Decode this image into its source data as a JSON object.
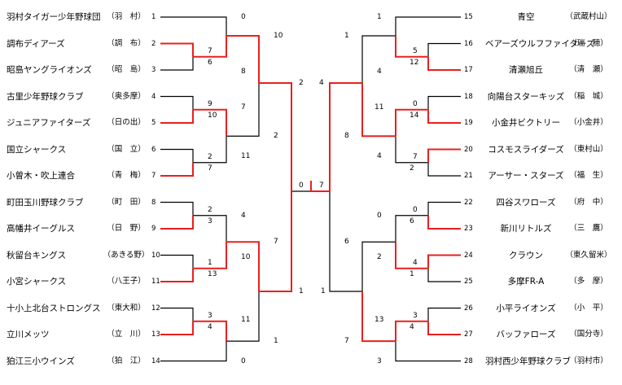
{
  "teams_left": [
    {
      "seed": "1",
      "name": "羽村タイガー少年野球団",
      "area": "（羽　村）"
    },
    {
      "seed": "2",
      "name": "調布ディアーズ",
      "area": "（調　布）"
    },
    {
      "seed": "3",
      "name": "昭島ヤングライオンズ",
      "area": "（昭　島）"
    },
    {
      "seed": "4",
      "name": "古里少年野球クラブ",
      "area": "（奥多摩）"
    },
    {
      "seed": "5",
      "name": "ジュニアファイターズ",
      "area": "（日の出）"
    },
    {
      "seed": "6",
      "name": "国立シャークス",
      "area": "（国　立）"
    },
    {
      "seed": "7",
      "name": "小曽木・吹上連合",
      "area": "（青　梅）"
    },
    {
      "seed": "8",
      "name": "町田玉川野球クラブ",
      "area": "（町　田）"
    },
    {
      "seed": "9",
      "name": "高幡井イーグルス",
      "area": "（日　野）"
    },
    {
      "seed": "10",
      "name": "秋留台キングス",
      "area": "（あきる野）"
    },
    {
      "seed": "11",
      "name": "小宮シャークス",
      "area": "（八王子）"
    },
    {
      "seed": "12",
      "name": "十小上北台ストロングス",
      "area": "（東大和）"
    },
    {
      "seed": "13",
      "name": "立川メッツ",
      "area": "（立　川）"
    },
    {
      "seed": "14",
      "name": "狛江三小ウインズ",
      "area": "（狛　江）"
    }
  ],
  "teams_right": [
    {
      "seed": "15",
      "name": "青空",
      "area": "（武蔵村山）"
    },
    {
      "seed": "16",
      "name": "ベアーズウルフファイターズ",
      "area": "（瑞　穂）"
    },
    {
      "seed": "17",
      "name": "清瀬旭丘",
      "area": "（清　瀬）"
    },
    {
      "seed": "18",
      "name": "向陽台スターキッズ",
      "area": "（稲　城）"
    },
    {
      "seed": "19",
      "name": "小金井ビクトリー",
      "area": "（小金井）"
    },
    {
      "seed": "20",
      "name": "コスモスライダーズ",
      "area": "（東村山）"
    },
    {
      "seed": "21",
      "name": "アーサー・スターズ",
      "area": "（福　生）"
    },
    {
      "seed": "22",
      "name": "四谷スワローズ",
      "area": "（府　中）"
    },
    {
      "seed": "23",
      "name": "新川リトルズ",
      "area": "（三　鷹）"
    },
    {
      "seed": "24",
      "name": "クラウン",
      "area": "（東久留米）"
    },
    {
      "seed": "25",
      "name": "多摩FR-A",
      "area": "（多　摩）"
    },
    {
      "seed": "26",
      "name": "小平ライオンズ",
      "area": "（小　平）"
    },
    {
      "seed": "27",
      "name": "バッファローズ",
      "area": "（国分寺）"
    },
    {
      "seed": "28",
      "name": "羽村西少年野球クラブ",
      "area": "（羽村市）"
    }
  ],
  "scores": {
    "l_r1_2v3_top": "7",
    "l_r1_2v3_bot": "6",
    "l_r1_4v5_top": "9",
    "l_r1_4v5_bot": "10",
    "l_r1_6v7_top": "2",
    "l_r1_6v7_bot": "7",
    "l_r1_8v9_top": "2",
    "l_r1_8v9_bot": "3",
    "l_r1_10v11_top": "1",
    "l_r1_10v11_bot": "13",
    "l_r1_12v13_top": "3",
    "l_r1_12v13_bot": "4",
    "l_r2_a_top": "0",
    "l_r2_a_bot": "8",
    "l_r2_b_top": "7",
    "l_r2_b_bot": "11",
    "l_r2_c_top": "4",
    "l_r2_c_bot": "10",
    "l_r2_d_top": "11",
    "l_r2_d_bot": "0",
    "l_r3_a_top": "10",
    "l_r3_a_bot": "2",
    "l_r3_b_top": "7",
    "l_r3_b_bot": "1",
    "l_sf_top": "2",
    "l_sf_bot": "1",
    "final_left": "0",
    "final_right": "7",
    "r_sf_top": "4",
    "r_sf_bot": "1",
    "r_r1_16v17_top": "5",
    "r_r1_16v17_bot": "12",
    "r_r1_18v19_top": "0",
    "r_r1_18v19_bot": "14",
    "r_r1_20v21_top": "7",
    "r_r1_20v21_bot": "2",
    "r_r1_22v23_top": "0",
    "r_r1_22v23_bot": "6",
    "r_r1_24v25_top": "4",
    "r_r1_24v25_bot": "1",
    "r_r1_26v27_top": "3",
    "r_r1_26v27_bot": "4",
    "r_r2_a_top": "1",
    "r_r2_a_bot": "4",
    "r_r2_b_top": "11",
    "r_r2_b_bot": "4",
    "r_r2_c_top": "0",
    "r_r2_c_bot": "2",
    "r_r2_d_top": "13",
    "r_r2_d_bot": "3",
    "r_r3_a_top": "1",
    "r_r3_a_bot": "8",
    "r_r3_b_top": "6",
    "r_r3_b_bot": "7"
  },
  "colors": {
    "win_line": "#e8201e",
    "line": "#000000"
  }
}
